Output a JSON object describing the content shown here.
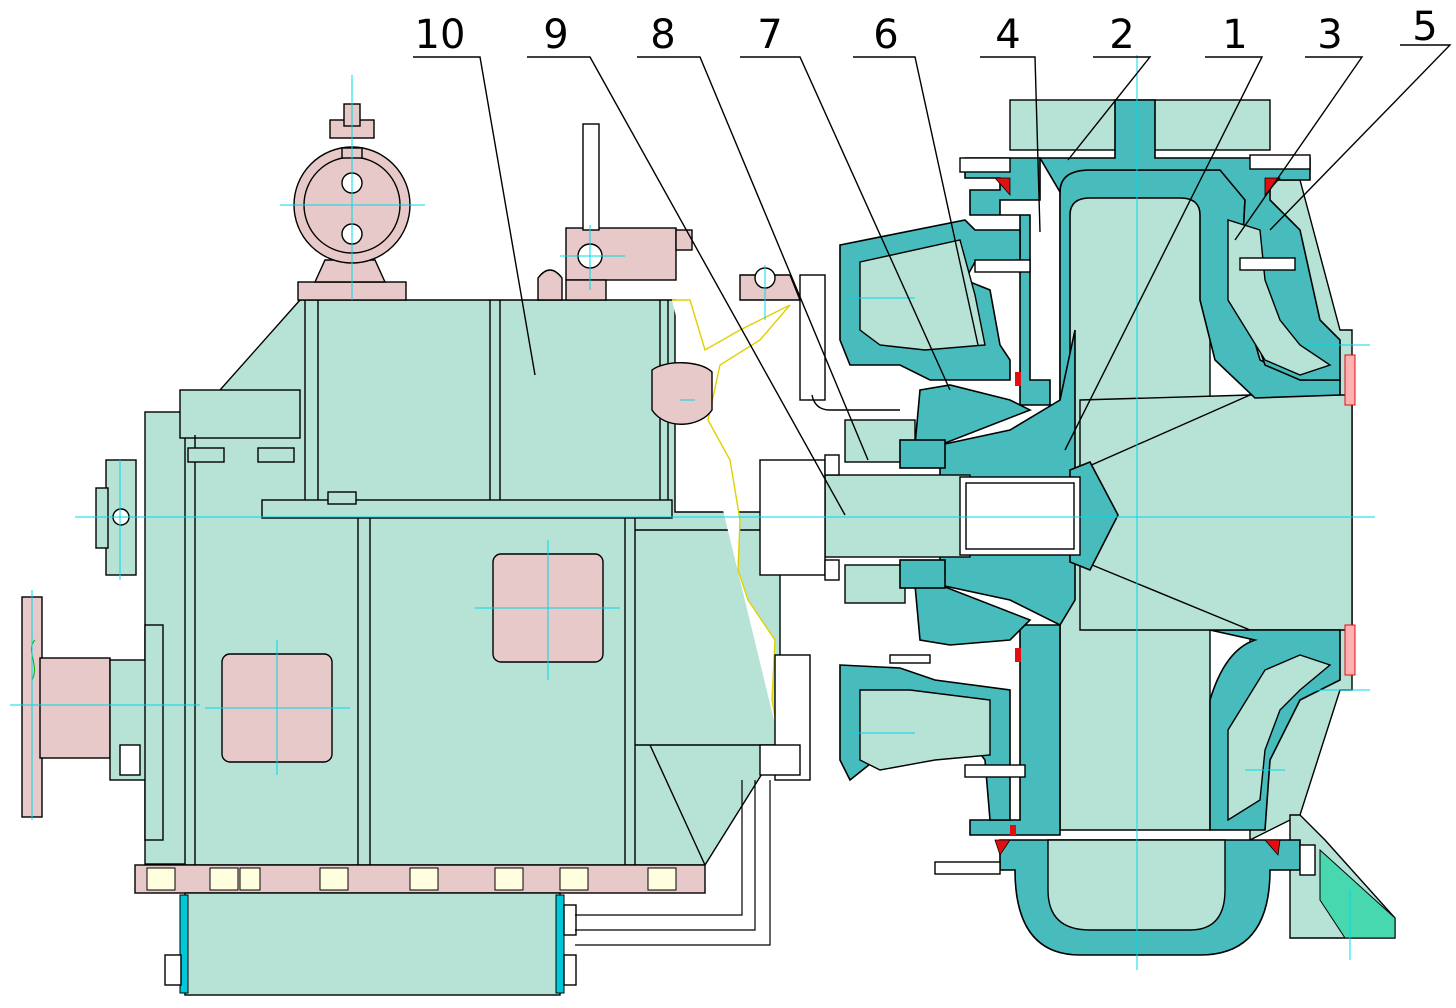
{
  "figure": {
    "callouts": [
      {
        "label": "10"
      },
      {
        "label": "9"
      },
      {
        "label": "8"
      },
      {
        "label": "7"
      },
      {
        "label": "6"
      },
      {
        "label": "4"
      },
      {
        "label": "2"
      },
      {
        "label": "1"
      },
      {
        "label": "3"
      },
      {
        "label": "5"
      }
    ]
  },
  "colors": {
    "gearbox_fill": "#b7e2d6",
    "accessory_fill": "#e8c9c9",
    "pump_casing_fill": "#48bcbc",
    "seal_fill": "#e01010",
    "centerline": "#00d8e8"
  }
}
